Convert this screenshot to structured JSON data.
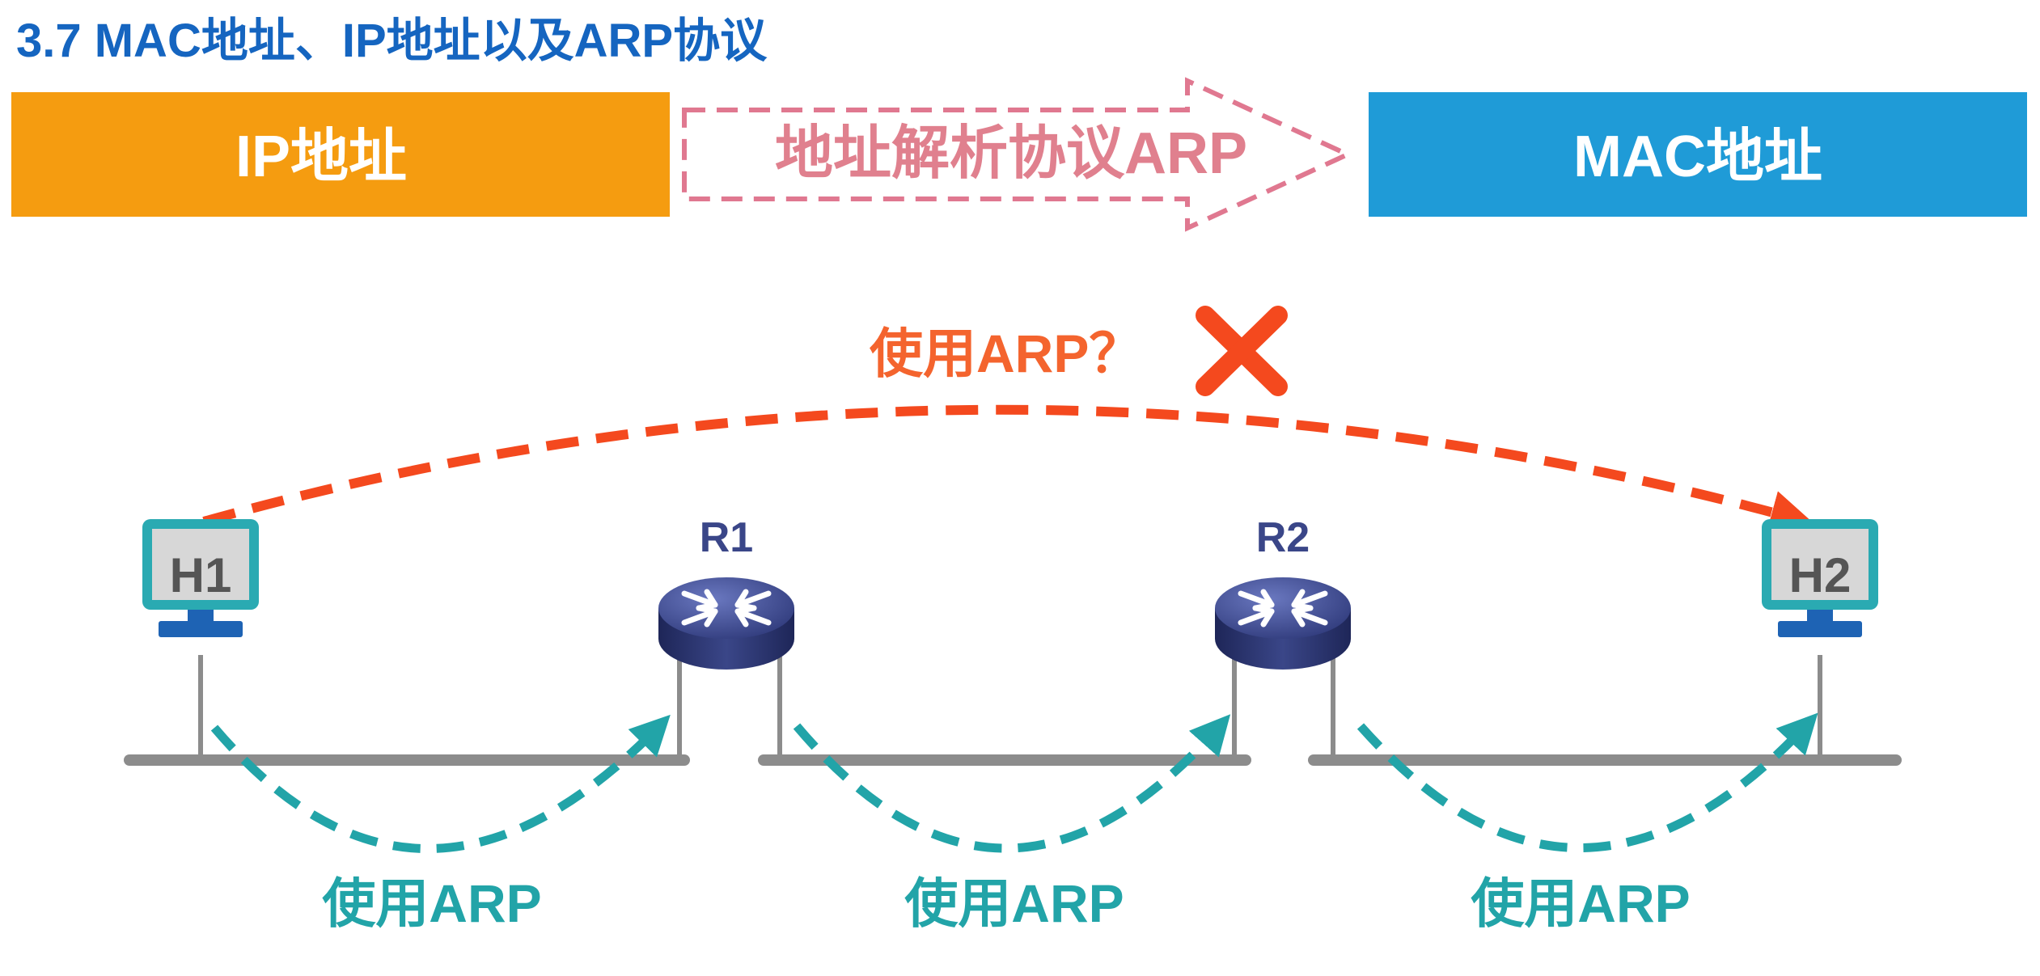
{
  "title": "3.7 MAC地址、IP地址以及ARP协议",
  "banner": {
    "left": "IP地址",
    "arrow": "地址解析协议ARP",
    "right": "MAC地址"
  },
  "top_question": "使用ARP？",
  "nodes": {
    "h1": "H1",
    "h2": "H2",
    "r1": "R1",
    "r2": "R2"
  },
  "hop_labels": [
    "使用ARP",
    "使用ARP",
    "使用ARP"
  ],
  "colors": {
    "title": "#1565c0",
    "ip_box": "#f59c10",
    "mac_box": "#1f9bd7",
    "arrow_outline": "#e07890",
    "arrow_text": "#e0808e",
    "red_dash": "#f4491e",
    "teal": "#22a4a8",
    "router": "#3a4688"
  },
  "icons": [
    "cross-icon",
    "router-icon",
    "host-computer-icon"
  ]
}
